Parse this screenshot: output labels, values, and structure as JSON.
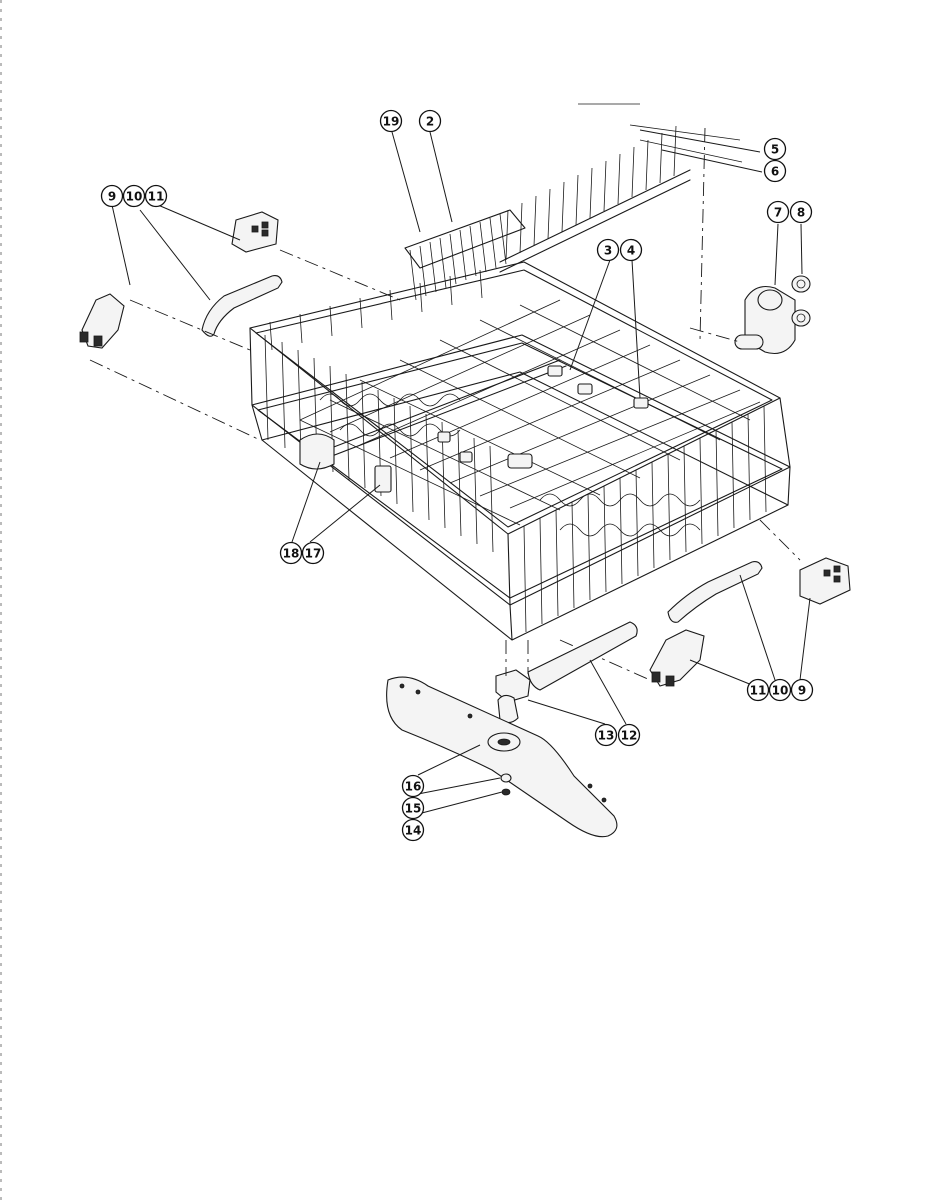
{
  "diagram": {
    "callouts": [
      {
        "id": "c1",
        "label": "19"
      },
      {
        "id": "c2",
        "label": "2"
      },
      {
        "id": "c3",
        "label": "5"
      },
      {
        "id": "c4",
        "label": "6"
      },
      {
        "id": "c5",
        "label": "9"
      },
      {
        "id": "c6",
        "label": "10"
      },
      {
        "id": "c7",
        "label": "11"
      },
      {
        "id": "c8",
        "label": "7"
      },
      {
        "id": "c9",
        "label": "8"
      },
      {
        "id": "c10",
        "label": "3"
      },
      {
        "id": "c11",
        "label": "4"
      },
      {
        "id": "c12",
        "label": "18"
      },
      {
        "id": "c13",
        "label": "17"
      },
      {
        "id": "c14",
        "label": "11"
      },
      {
        "id": "c15",
        "label": "10"
      },
      {
        "id": "c16",
        "label": "9"
      },
      {
        "id": "c17",
        "label": "13"
      },
      {
        "id": "c18",
        "label": "12"
      },
      {
        "id": "c19",
        "label": "16"
      },
      {
        "id": "c20",
        "label": "15"
      },
      {
        "id": "c21",
        "label": "14"
      }
    ]
  }
}
